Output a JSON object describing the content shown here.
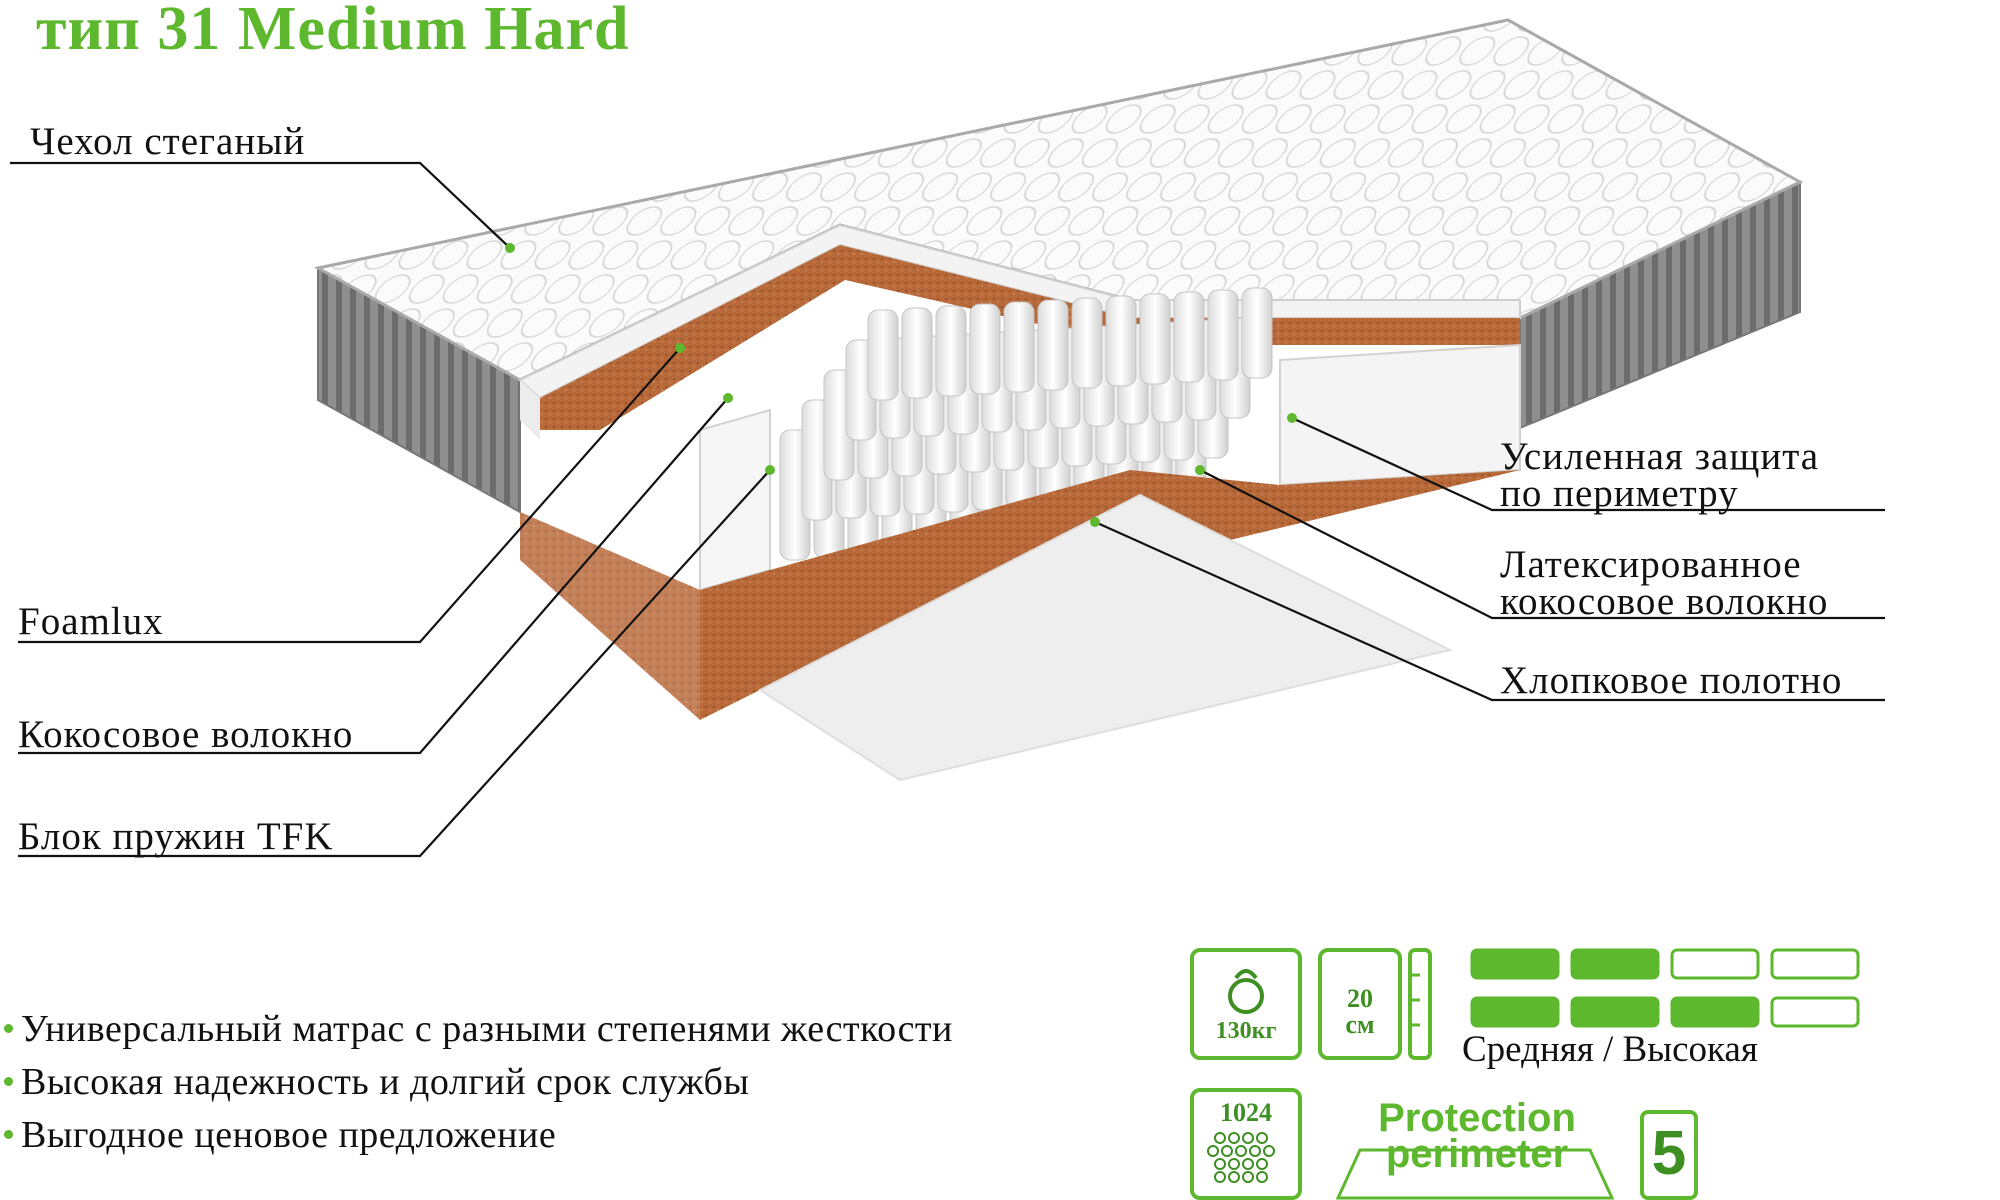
{
  "title": "тип 31 Medium Hard",
  "layers": {
    "cover": "Чехол стеганый",
    "foamlux": "Foamlux",
    "coconut": "Кокосовое волокно",
    "springs": "Блок пружин TFK",
    "perimeter": [
      "Усиленная защита",
      "по периметру"
    ],
    "latex_coconut": [
      "Латексированное",
      "кокосовое волокно"
    ],
    "cotton": "Хлопковое полотно"
  },
  "features": [
    "Универсальный матрас с разными степенями жесткости",
    "Высокая надежность и долгий срок службы",
    "Выгодное ценовое предложение"
  ],
  "specs": {
    "max_weight": "130кг",
    "height_value": "20",
    "height_unit": "см",
    "springs_count": "1024",
    "firmness_caption": "Средняя / Высокая",
    "firmness_side_1": 0.5,
    "firmness_side_2": 0.75,
    "perimeter_line1": "Protection",
    "perimeter_line2": "perimeter",
    "warranty_years": "5"
  },
  "colors": {
    "accent": "#5db82e",
    "accent_dark": "#3d8f22",
    "coconut": "#b8693a",
    "side_fabric": "#8c8c8c"
  },
  "icons": [
    "weight-icon",
    "height-ruler-icon",
    "springs-icon",
    "protection-perimeter-icon",
    "warranty-icon"
  ]
}
